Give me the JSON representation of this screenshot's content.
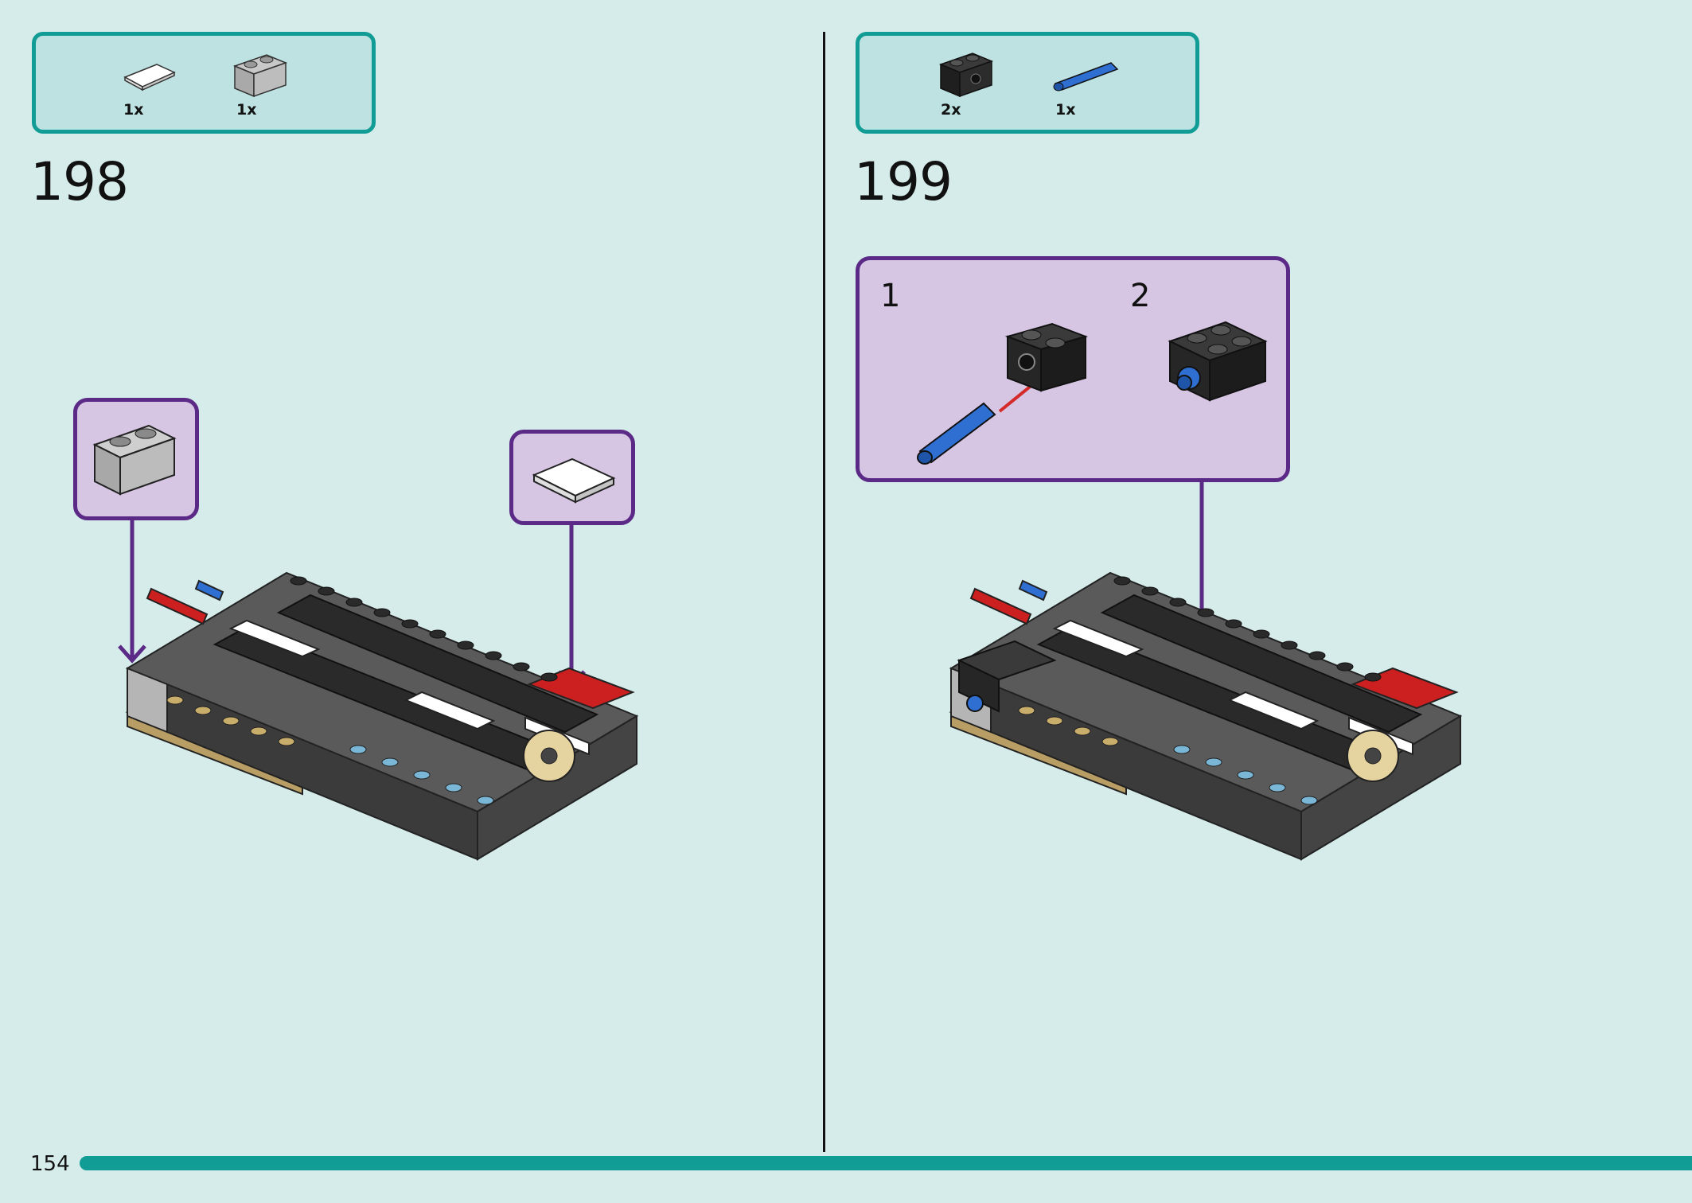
{
  "page": {
    "number": "154"
  },
  "steps": [
    {
      "number": "198",
      "parts": [
        {
          "qty": "1x",
          "icon": "white-tile-icon"
        },
        {
          "qty": "1x",
          "icon": "gray-brick-icon"
        }
      ]
    },
    {
      "number": "199",
      "parts": [
        {
          "qty": "2x",
          "icon": "black-technic-brick-icon"
        },
        {
          "qty": "1x",
          "icon": "blue-pin-icon"
        }
      ],
      "substeps": [
        {
          "number": "1"
        },
        {
          "number": "2"
        }
      ]
    }
  ],
  "colors": {
    "background": "#d6ecea",
    "parts_border": "#119d96",
    "callout_border": "#5b2a86",
    "callout_fill": "#d7c6e3",
    "progress": "#119d96"
  }
}
